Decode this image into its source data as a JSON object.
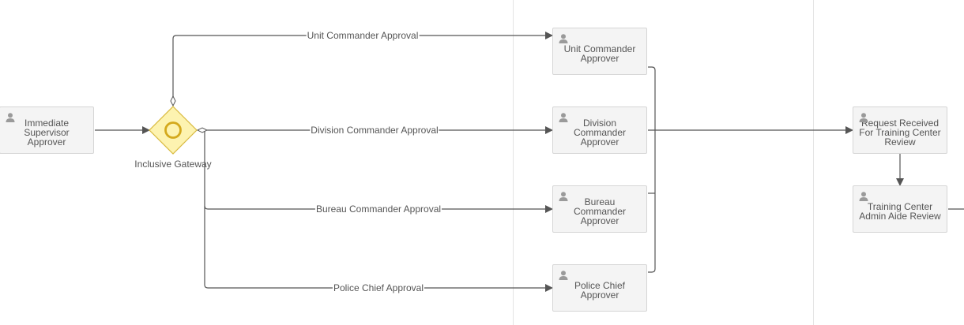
{
  "diagram": {
    "gateway": {
      "label": "Inclusive Gateway"
    },
    "tasks": {
      "immediate_supervisor": "Immediate Supervisor Approver",
      "unit_commander": "Unit Commander Approver",
      "division_commander": "Division Commander Approver",
      "bureau_commander": "Bureau Commander Approver",
      "police_chief": "Police Chief Approver",
      "request_received": "Request Received For Training Center Review",
      "admin_aide_review": "Training Center Admin Aide Review"
    },
    "flows": {
      "unit_commander_approval": "Unit Commander Approval",
      "division_commander_approval": "Division Commander Approval",
      "bureau_commander_approval": "Bureau Commander Approval",
      "police_chief_approval": "Police Chief Approval"
    },
    "icons": {
      "task_icon": "user-icon",
      "gateway_icon": "inclusive-gateway-icon"
    },
    "colors": {
      "gateway_fill": "#fdf3b0",
      "gateway_stroke": "#d8b93c",
      "gateway_marker": "#d4a91c",
      "task_fill": "#f4f4f4",
      "connector": "#555555"
    }
  }
}
